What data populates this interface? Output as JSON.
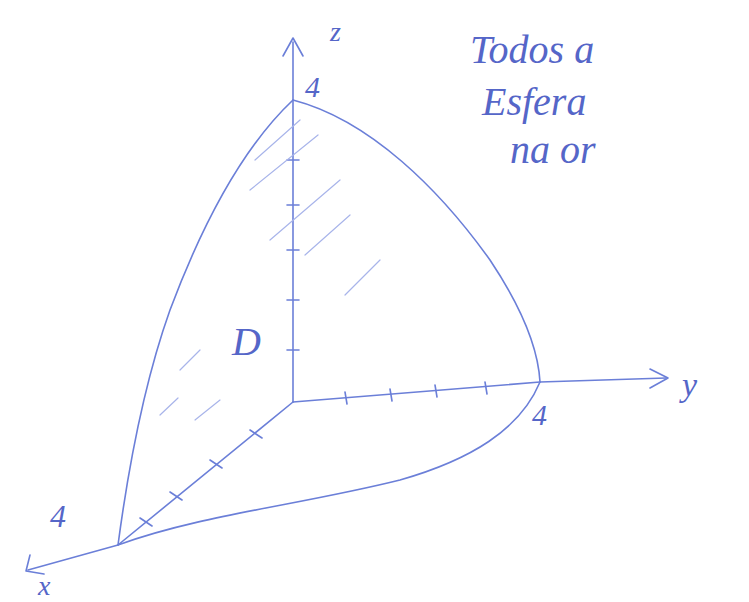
{
  "diagram": {
    "labels": [
      "z",
      "4",
      "Todos a",
      "Esfera",
      "na or",
      "D",
      "4",
      "y",
      "4",
      "x"
    ]
  }
}
